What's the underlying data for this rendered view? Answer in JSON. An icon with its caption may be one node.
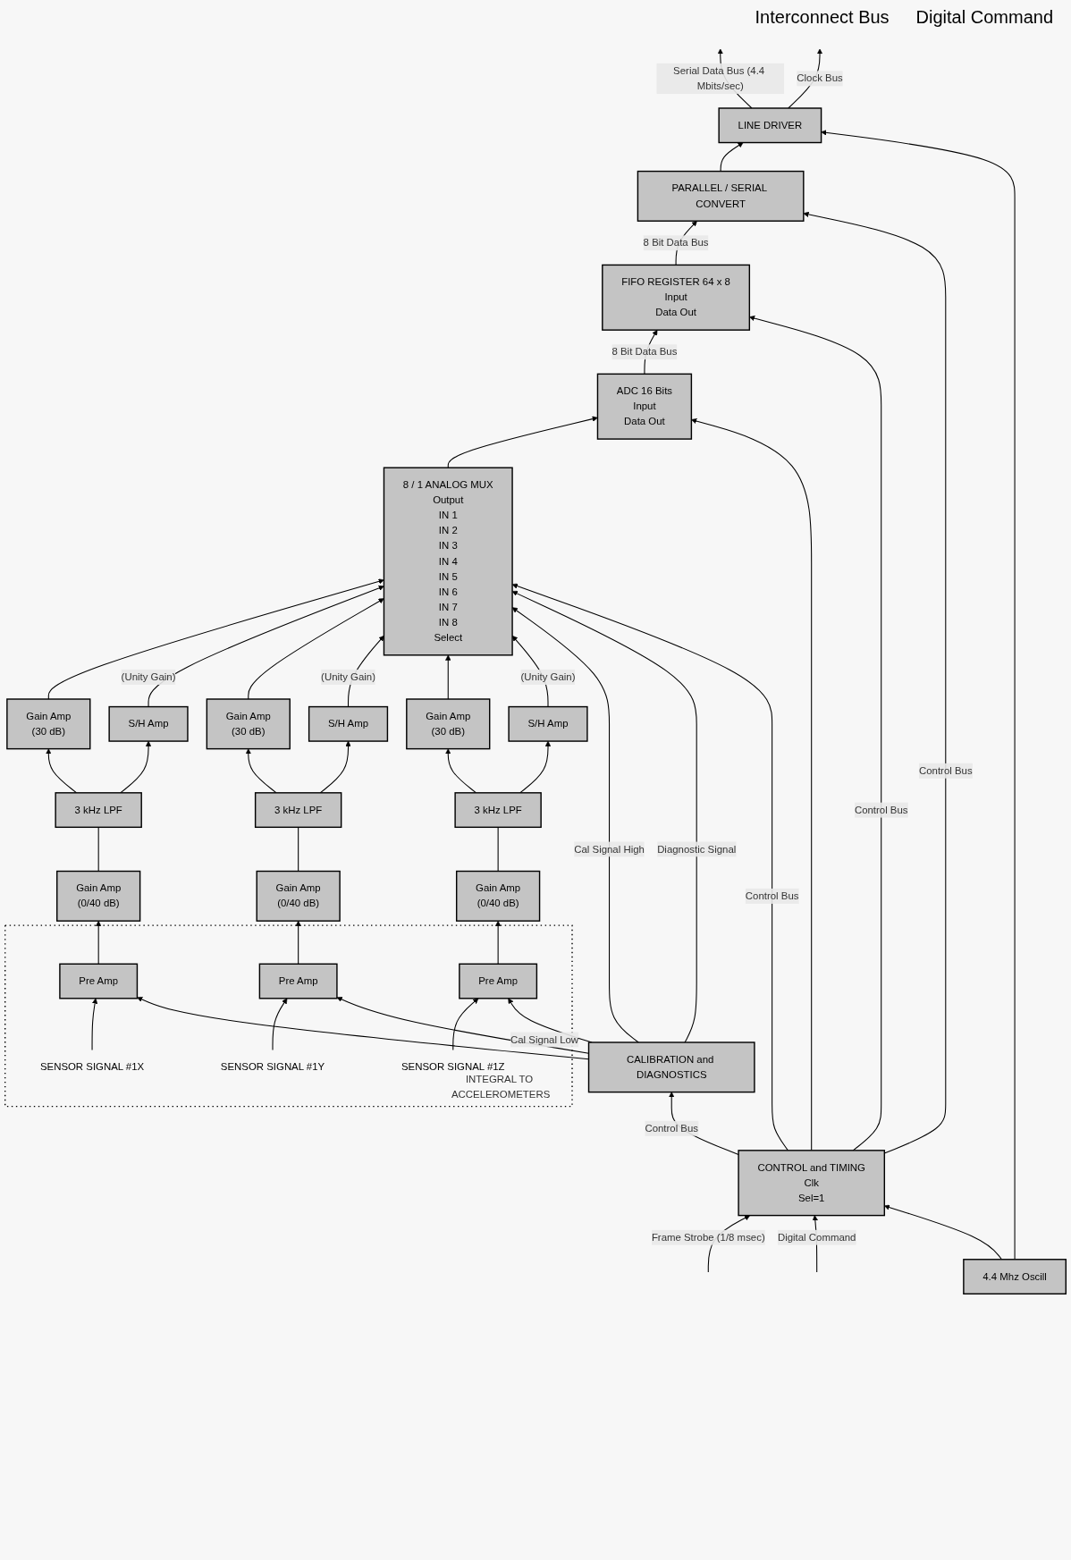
{
  "diagram": {
    "nodes": [
      {
        "text": [
          "INTEGRAL TO ACCELEROMETERS"
        ]
      },
      {
        "text": [
          "SENSOR SIGNAL #1X"
        ],
        "in": 0
      },
      {
        "text": [
          "Pre Amp"
        ],
        "in": 0
      },
      {
        "text": [
          "SENSOR SIGNAL #1Y"
        ],
        "in": 0
      },
      {
        "text": [
          "Pre Amp"
        ],
        "in": 0
      },
      {
        "text": [
          "SENSOR SIGNAL #1Z"
        ],
        "in": 0
      },
      {
        "text": [
          "Pre Amp"
        ],
        "in": 0
      },
      {
        "text": [
          "Gain Amp",
          "(0/40 dB)"
        ]
      },
      {
        "text": [
          "3 kHz LPF"
        ]
      },
      {
        "text": [
          "Gain Amp",
          "(30 dB)"
        ]
      },
      {
        "text": [
          "S/H Amp"
        ]
      },
      {
        "text": [
          "Gain Amp",
          "(0/40 dB)"
        ]
      },
      {
        "text": [
          "3 kHz LPF"
        ]
      },
      {
        "text": [
          "Gain Amp",
          "(30 dB)"
        ]
      },
      {
        "text": [
          "S/H Amp"
        ]
      },
      {
        "text": [
          "Gain Amp",
          "(0/40 dB)"
        ]
      },
      {
        "text": [
          "3 kHz LPF"
        ]
      },
      {
        "text": [
          "Gain Amp",
          "(30 dB)"
        ]
      },
      {
        "text": [
          "S/H Amp"
        ]
      },
      {
        "text": [
          "8 / 1 ANALOG MUX",
          "Output",
          "IN 1",
          "IN 2",
          "IN 3",
          "IN 4",
          "IN 5",
          "IN 6",
          "IN 7",
          "IN 8",
          "Select"
        ]
      },
      {
        "text": [
          "ADC 16 Bits",
          "Input",
          "Data Out"
        ]
      },
      {
        "text": [
          "FIFO REGISTER 64 x 8",
          "Input",
          "Data Out"
        ]
      },
      {
        "text": [
          "PARALLEL / SERIAL CONVERT"
        ]
      },
      {
        "text": [
          "LINE DRIVER"
        ]
      },
      {
        "text": [
          "CONTROL and TIMING",
          "Clk",
          "Sel=1"
        ]
      },
      {
        "text": [
          "4.4 Mhz Oscill"
        ]
      },
      {
        "text": [
          "CALIBRATION and DIAGNOSTICS"
        ]
      }
    ],
    "edges": [
      {
        "from": 1,
        "to": 2,
        "arrow": "to"
      },
      {
        "from": 2,
        "to": 7,
        "arrow": "to"
      },
      {
        "from": 7,
        "to": 8,
        "arrow": "none"
      },
      {
        "from": 8,
        "to": 9,
        "arrow": "to"
      },
      {
        "from": 8,
        "to": 10,
        "arrow": "to"
      },
      {
        "from": 9,
        "to": 19,
        "arrow": "to"
      },
      {
        "from": 10,
        "to": 19,
        "arrow": "to",
        "label": "(Unity Gain)"
      },
      {
        "from": 3,
        "to": 4,
        "arrow": "to"
      },
      {
        "from": 4,
        "to": 11,
        "arrow": "to"
      },
      {
        "from": 11,
        "to": 12,
        "arrow": "none"
      },
      {
        "from": 12,
        "to": 13,
        "arrow": "to"
      },
      {
        "from": 12,
        "to": 14,
        "arrow": "to"
      },
      {
        "from": 13,
        "to": 19,
        "arrow": "to"
      },
      {
        "from": 14,
        "to": 19,
        "arrow": "to",
        "label": "(Unity Gain)"
      },
      {
        "from": 5,
        "to": 6,
        "arrow": "to"
      },
      {
        "from": 6,
        "to": 15,
        "arrow": "to"
      },
      {
        "from": 15,
        "to": 16,
        "arrow": "none"
      },
      {
        "from": 16,
        "to": 17,
        "arrow": "to"
      },
      {
        "from": 16,
        "to": 18,
        "arrow": "to"
      },
      {
        "from": 17,
        "to": 19,
        "arrow": "to"
      },
      {
        "from": 18,
        "to": 19,
        "arrow": "to",
        "label": "(Unity Gain)"
      },
      {
        "from": 26,
        "to": 6,
        "arrow": "to",
        "label": "Cal Signal Low"
      },
      {
        "from": 26,
        "to": 4,
        "arrow": "to"
      },
      {
        "from": 26,
        "to": 2,
        "arrow": "to"
      },
      {
        "from": 26,
        "to": 19,
        "arrow": "to",
        "label": "Cal Signal High"
      },
      {
        "from": 26,
        "to": 19,
        "arrow": "to",
        "label": "Diagnostic Signal"
      },
      {
        "from": 19,
        "to": 20,
        "arrow": "to"
      },
      {
        "from": 20,
        "to": 21,
        "arrow": "to",
        "label": "8 Bit Data Bus"
      },
      {
        "from": 21,
        "to": 22,
        "arrow": "to",
        "label": "8 Bit Data Bus"
      },
      {
        "from": 22,
        "to": 23,
        "arrow": "to"
      },
      {
        "from": 23,
        "to": null,
        "arrow": "to",
        "label": "Serial Data Bus (4.4 Mbits/sec)"
      },
      {
        "from": 23,
        "to": null,
        "arrow": "to",
        "label": "Clock Bus"
      },
      {
        "from": null,
        "to": 24,
        "arrow": "to",
        "label": "Frame Strobe (1/8 msec)"
      },
      {
        "from": null,
        "to": 24,
        "arrow": "to",
        "label": "Digital Command"
      },
      {
        "from": 25,
        "to": 24,
        "arrow": "to"
      },
      {
        "from": 25,
        "to": 23,
        "arrow": "to"
      },
      {
        "from": 24,
        "to": 19,
        "arrow": "to",
        "label": "Control Bus"
      },
      {
        "from": 24,
        "to": 26,
        "arrow": "to",
        "label": "Control Bus"
      },
      {
        "from": 24,
        "to": 22,
        "arrow": "to",
        "label": "Control Bus"
      },
      {
        "from": 24,
        "to": 20,
        "arrow": "to"
      },
      {
        "from": 24,
        "to": 21,
        "arrow": "to",
        "label": "Control Bus"
      }
    ],
    "labels": [
      "Interconnect Bus",
      "Digital Command"
    ]
  }
}
